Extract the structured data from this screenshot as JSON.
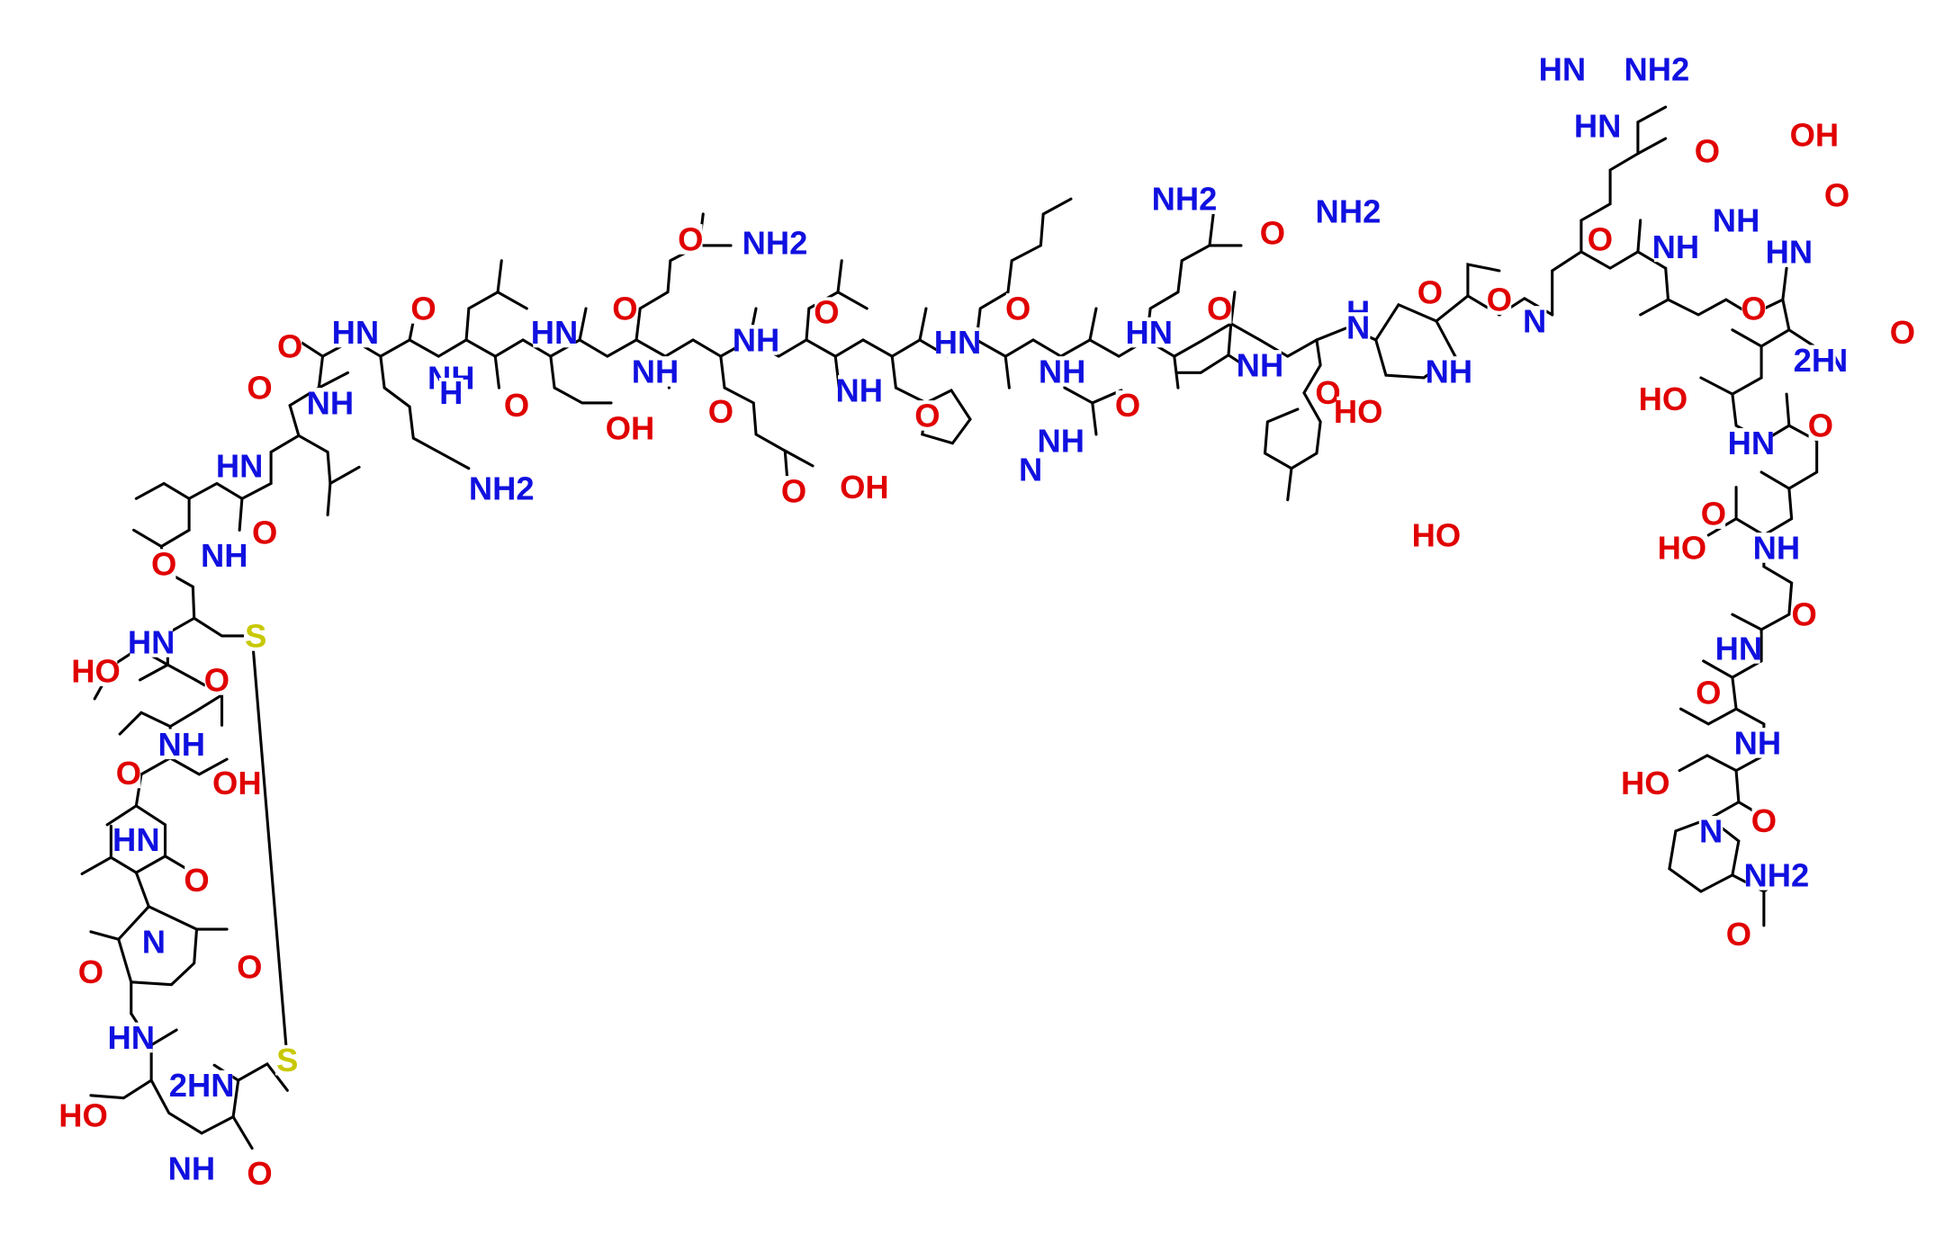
{
  "colors": {
    "carbon_bond": "#000000",
    "nitrogen": "#1010e0",
    "oxygen": "#e00000",
    "sulfur": "#c8c800"
  },
  "labels": {
    "NH": "NH",
    "HN": "HN",
    "N": "N",
    "H": "H",
    "O": "O",
    "OH": "OH",
    "HO": "HO",
    "NH2": "NH2",
    "2HN": "2HN",
    "HN2": "HN",
    "S": "S",
    "O_OH": "OH",
    "2H": "2H"
  }
}
